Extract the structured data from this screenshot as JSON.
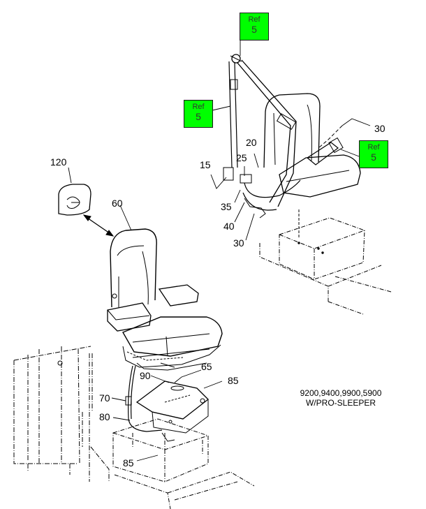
{
  "refs": [
    {
      "line1": "Ref",
      "line2": "5"
    },
    {
      "line1": "Ref",
      "line2": "5"
    },
    {
      "line1": "Ref",
      "line2": "5"
    }
  ],
  "callouts": {
    "c120": "120",
    "c60": "60",
    "c15": "15",
    "c20": "20",
    "c25": "25",
    "c30_top": "30",
    "c35": "35",
    "c40": "40",
    "c30_bottom": "30",
    "c65": "65",
    "c90": "90",
    "c85_right": "85",
    "c70": "70",
    "c80": "80",
    "c85_bottom": "85"
  },
  "note": {
    "line1": "9200,9400,9900,5900",
    "line2": "W/PRO-SLEEPER"
  },
  "colors": {
    "ref_box": "#00ff00",
    "line": "#000000"
  }
}
